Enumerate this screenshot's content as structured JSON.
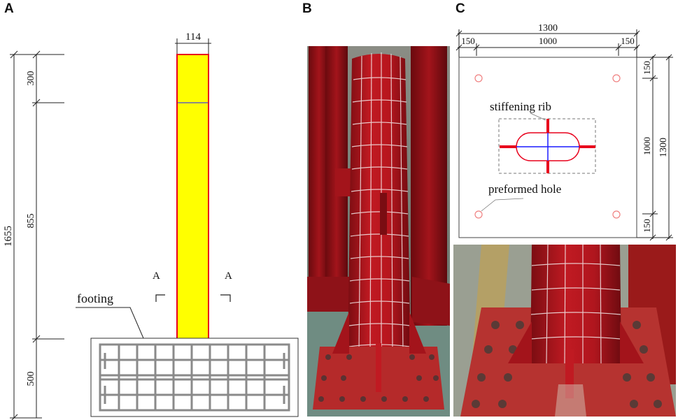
{
  "panels": {
    "a": {
      "letter": "A",
      "dim_total": "1655",
      "dim_top": "300",
      "dim_mid": "855",
      "dim_bottom": "500",
      "dim_width": "114",
      "section_left": "A",
      "section_right": "A",
      "footing_label": "footing",
      "colors": {
        "column_fill": "#ffff00",
        "column_edge": "#e8001c",
        "rebar": "#8a8a8a"
      }
    },
    "b": {
      "letter": "B",
      "colors": {
        "steel": "#b3161d",
        "floor": "#7d8f86"
      }
    },
    "c": {
      "letter": "C",
      "dim_overall": "1300",
      "dim_left_edge": "150",
      "dim_middle": "1000",
      "dim_right_edge": "150",
      "dim_side_top": "150",
      "dim_side_mid": "1000",
      "dim_side_bottom": "150",
      "dim_side_overall": "1300",
      "stiffening_label": "stiffening rib",
      "hole_label": "preformed hole",
      "colors": {
        "rib": "#e8001c",
        "axis": "#1a1aff",
        "hole": "#f08080"
      }
    }
  }
}
